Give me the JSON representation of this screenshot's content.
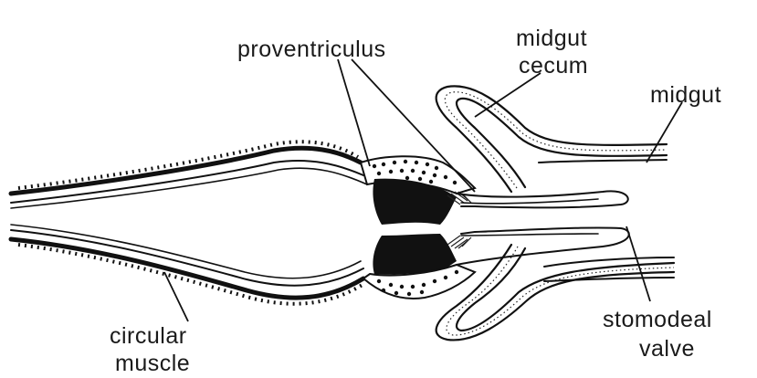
{
  "labels": {
    "proventriculus": "proventriculus",
    "midgut_cecum_line1": "midgut",
    "midgut_cecum_line2": "cecum",
    "midgut": "midgut",
    "circular_muscle_line1": "circular",
    "circular_muscle_line2": "muscle",
    "stomodeal_valve_line1": "stomodeal",
    "stomodeal_valve_line2": "valve"
  },
  "colors": {
    "ink": "#111111",
    "background": "#ffffff"
  }
}
